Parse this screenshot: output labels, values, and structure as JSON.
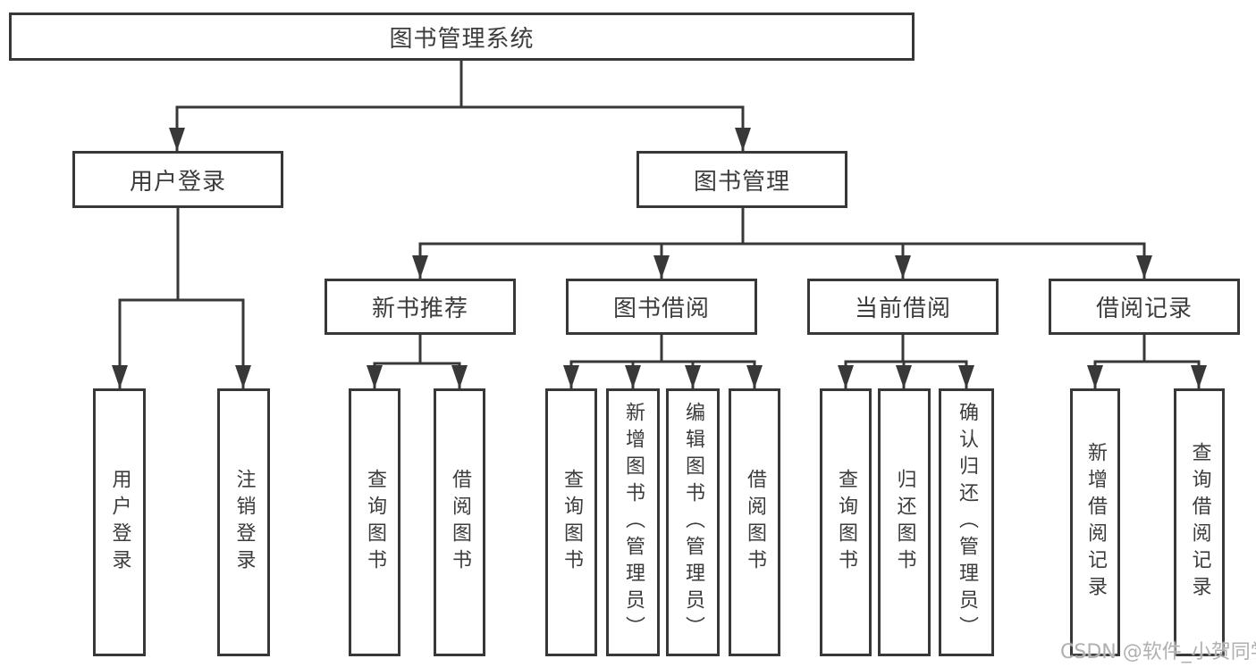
{
  "diagram": {
    "title": "图书管理系统",
    "level2": [
      {
        "label": "用户登录",
        "children": [
          {
            "label": "用户登录"
          },
          {
            "label": "注销登录"
          }
        ]
      },
      {
        "label": "图书管理",
        "groups": [
          {
            "label": "新书推荐",
            "children": [
              {
                "label": "查询图书"
              },
              {
                "label": "借阅图书"
              }
            ]
          },
          {
            "label": "图书借阅",
            "children": [
              {
                "label": "查询图书"
              },
              {
                "label": "新增图书（管理员）"
              },
              {
                "label": "编辑图书（管理员）"
              },
              {
                "label": "借阅图书"
              }
            ]
          },
          {
            "label": "当前借阅",
            "children": [
              {
                "label": "查询图书"
              },
              {
                "label": "归还图书"
              },
              {
                "label": "确认归还（管理员）"
              }
            ]
          },
          {
            "label": "借阅记录",
            "children": [
              {
                "label": "新增借阅记录"
              },
              {
                "label": "查询借阅记录"
              }
            ]
          }
        ]
      }
    ]
  },
  "watermark": {
    "text": "CSDN @软件_小贺同学"
  },
  "colors": {
    "line": "#383838",
    "text": "#3c3c3c",
    "watermark": "#b0b0b0",
    "background": "#ffffff"
  }
}
